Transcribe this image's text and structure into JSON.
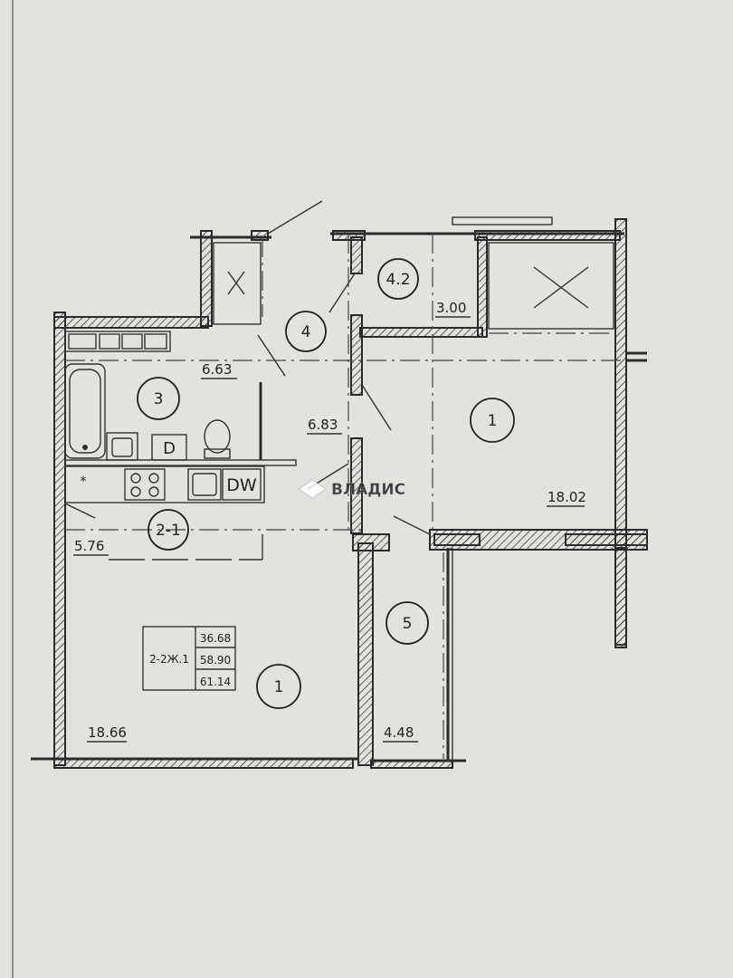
{
  "rooms": {
    "room_1_right": {
      "number": "1",
      "area": "18.02"
    },
    "room_1_left": {
      "number": "1",
      "area": "18.66"
    },
    "room_2_1": {
      "number": "2-1",
      "area": "5.76"
    },
    "room_3": {
      "number": "3",
      "area": "6.63"
    },
    "room_4": {
      "number": "4",
      "area": "6.83"
    },
    "room_4_2": {
      "number": "4.2",
      "area": "3.00"
    },
    "room_5": {
      "number": "5",
      "area": "4.48"
    }
  },
  "fixtures": {
    "dryer": "D",
    "dishwasher": "DW",
    "fridge_mark": "*"
  },
  "apartment_table": {
    "type": "2-2Ж.1",
    "values": [
      "36.68",
      "58.90",
      "61.14"
    ]
  },
  "watermark": {
    "text": "ВЛАДИС"
  },
  "colors": {
    "paper": "#e4e2df",
    "ink": "#2b2b2b",
    "watermark": "#ffffff"
  }
}
